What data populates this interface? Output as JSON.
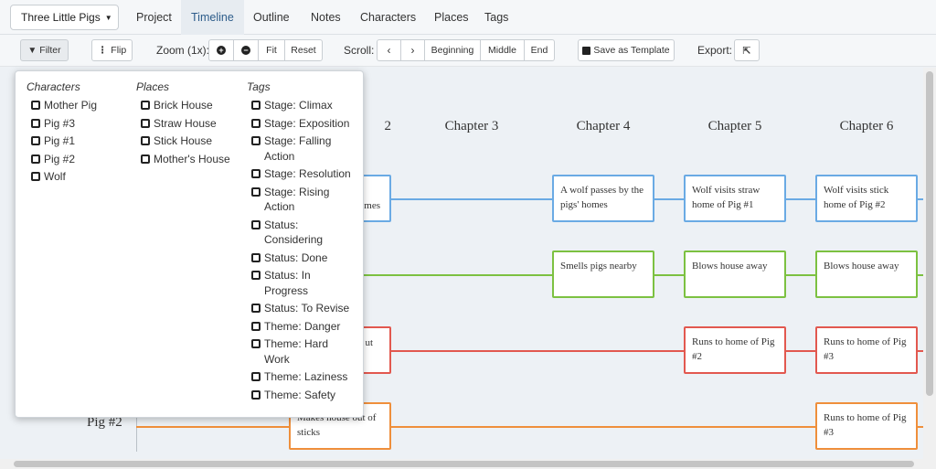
{
  "topnav": {
    "story": "Three Little Pigs",
    "tabs": [
      "Project",
      "Timeline",
      "Outline",
      "Notes",
      "Characters",
      "Places",
      "Tags"
    ],
    "active_tab": "Timeline"
  },
  "toolbar": {
    "filter": "Filter",
    "flip": "Flip",
    "zoom_label": "Zoom (1x):",
    "fit": "Fit",
    "reset": "Reset",
    "scroll_label": "Scroll:",
    "beginning": "Beginning",
    "middle": "Middle",
    "end": "End",
    "save_template": "Save as Template",
    "export_label": "Export:"
  },
  "timeline": {
    "chapters": [
      "2",
      "Chapter 3",
      "Chapter 4",
      "Chapter 5",
      "Chapter 6"
    ],
    "row_labels": [
      "Pig #2"
    ],
    "colors": {
      "blue": "#6aaae4",
      "green": "#7cc141",
      "red": "#e2584f",
      "orange": "#ef8f3b"
    },
    "cards": {
      "blue_partial": "mes",
      "blue_ch4": "A wolf passes by the pigs' homes",
      "blue_ch5": "Wolf visits straw home of Pig #1",
      "blue_ch6": "Wolf visits stick home of Pig #2",
      "green_ch4": "Smells pigs nearby",
      "green_ch5": "Blows house away",
      "green_ch6": "Blows house away",
      "red_partial": "ut",
      "red_ch5": "Runs to home of Pig #2",
      "red_ch6": "Runs to home of Pig #3",
      "orange_ch2": "Makes house out of sticks",
      "orange_ch6": "Runs to home of Pig #3"
    }
  },
  "filter": {
    "characters_head": "Characters",
    "characters": [
      "Mother Pig",
      "Pig #3",
      "Pig #1",
      "Pig #2",
      "Wolf"
    ],
    "places_head": "Places",
    "places": [
      "Brick House",
      "Straw House",
      "Stick House",
      "Mother's House"
    ],
    "tags_head": "Tags",
    "tags": [
      "Stage: Climax",
      "Stage: Exposition",
      "Stage: Falling Action",
      "Stage: Resolution",
      "Stage: Rising Action",
      "Status: Considering",
      "Status: Done",
      "Status: In Progress",
      "Status: To Revise",
      "Theme: Danger",
      "Theme: Hard Work",
      "Theme: Laziness",
      "Theme: Safety"
    ]
  }
}
